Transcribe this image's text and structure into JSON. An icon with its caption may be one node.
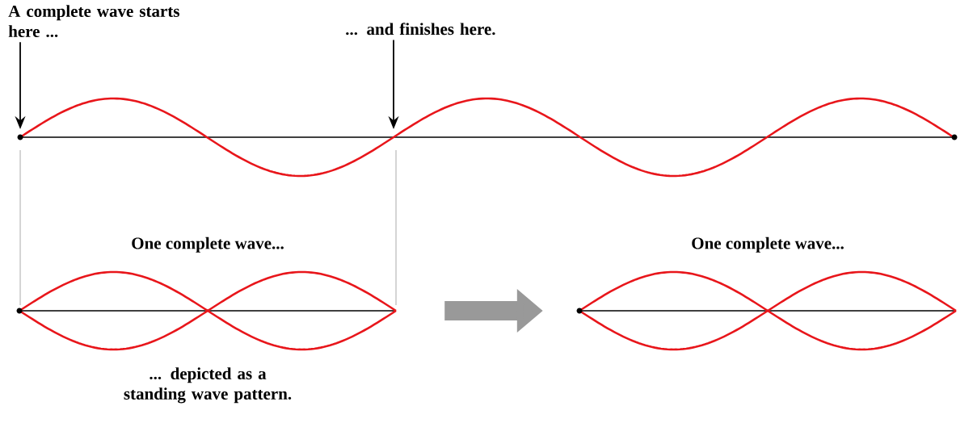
{
  "diagram": {
    "nodes": [
      {
        "text": [
          "A complete wave starts here ..."
        ]
      },
      {
        "text": [
          "... and finishes here."
        ]
      },
      {
        "text": [
          "One complete wave...",
          "... depicted as a standing wave pattern."
        ]
      },
      {
        "text": [
          "One complete wave..."
        ]
      }
    ],
    "edges": [
      {
        "from": 0,
        "to": null,
        "arrow": "to"
      },
      {
        "from": 1,
        "to": null,
        "arrow": "to"
      },
      {
        "from": 2,
        "to": 3,
        "arrow": "to",
        "style": "thick",
        "color": "#999999"
      }
    ]
  }
}
